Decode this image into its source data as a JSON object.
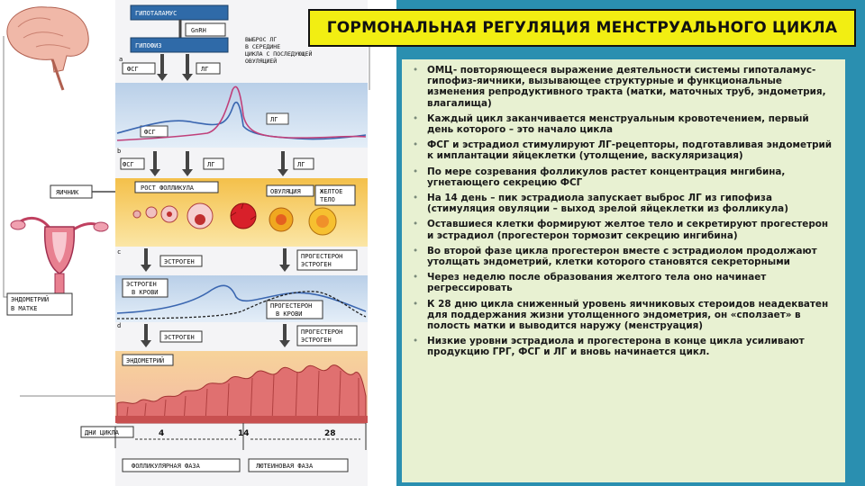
{
  "slide": {
    "title": "ГОРМОНАЛЬНАЯ РЕГУЛЯЦИЯ МЕНСТРУАЛЬНОГО ЦИКЛА",
    "bullets": [
      "ОМЦ- повторяющееся выражение деятельности системы гипоталамус-гипофиз-яичники, вызывающее структурные и функциональные изменения репродуктивного тракта (матки, маточных труб, эндометрия, влагалища)",
      "Каждый цикл заканчивается менструальным кровотечением, первый день которого – это начало цикла",
      "ФСГ и эстрадиол стимулируют ЛГ-рецепторы, подготавливая эндометрий к имплантации яйцеклетки (утолщение, васкуляризация)",
      "По мере созревания фолликулов растет концентрация мнгибина, угнетающего секрецию ФСГ",
      "На 14 день – пик эстрадиола запускает выброс ЛГ из гипофиза (стимуляция овуляции – выход зрелой яйцеклетки из фолликула)",
      "Оставшиеся клетки формируют желтое тело и секретируют прогестерон и эстрадиол (прогестерон тормозит секрецию ингибина)",
      "Во второй фазе цикла прогестерон вместе с эстрадиолом продолжают утолщать эндометрий, клетки которого становятся секреторными",
      "Через неделю после образования желтого тела оно начинает регрессировать",
      "К 28 дню цикла сниженный уровень яичниковых стероидов неадекватен для поддержания жизни утолщенного эндометрия, он «сползает» в полость матки и выводится наружу (менструация)",
      "Низкие уровни эстрадиола и прогестерона в конце цикла усиливают продукцию ГРГ, ФСГ и ЛГ и вновь начинается цикл."
    ]
  },
  "diagram": {
    "hypothalamus": "ГИПОТАЛАМУС",
    "gnrh": "GnRH",
    "pituitary": "ГИПОФИЗ",
    "lh_surge_note": [
      "ВЫБРОС ЛГ",
      "В СЕРЕДИНЕ",
      "ЦИКЛА С ПОСЛЕДУЮЩЕЙ",
      "ОВУЛЯЦИЕЙ"
    ],
    "row_a": "a",
    "row_b": "b",
    "row_c": "c",
    "row_d": "d",
    "fsh": "ФСГ",
    "lh": "ЛГ",
    "ovary": "ЯИЧНИК",
    "follicle_growth": "РОСТ ФОЛЛИКУЛА",
    "ovulation": "ОВУЛЯЦИЯ",
    "corpus_luteum": [
      "ЖЕЛТОЕ",
      "ТЕЛО"
    ],
    "estrogens": "ЭСТРОГЕН",
    "progesterone_estrogen": [
      "ПРОГЕСТЕРОН",
      "ЭСТРОГЕН"
    ],
    "estrogens_blood": [
      "ЭСТРОГЕН",
      "В КРОВИ"
    ],
    "progesterone_blood": [
      "ПРОГЕСТЕРОН",
      "В КРОВИ"
    ],
    "endometrium": [
      "ЭНДОМЕТРИЙ",
      "В МАТКЕ"
    ],
    "endometrium_short": "ЭНДОМЕТРИЙ",
    "cycle_days": "ДНИ ЦИКЛА",
    "day_ticks": [
      "4",
      "14",
      "28"
    ],
    "follicular_phase": "ФОЛЛИКУЛЯРНАЯ ФАЗА",
    "luteal_phase": "ЛЮТЕИНОВАЯ ФАЗА"
  },
  "colors": {
    "title_bg": "#f2ee12",
    "teal_band": "#2a8fb0",
    "text_panel": "#e8f1d2",
    "box_blue": "#2f6aa8",
    "fsh_curve": "#3a66b0",
    "lh_curve": "#c0407a"
  }
}
